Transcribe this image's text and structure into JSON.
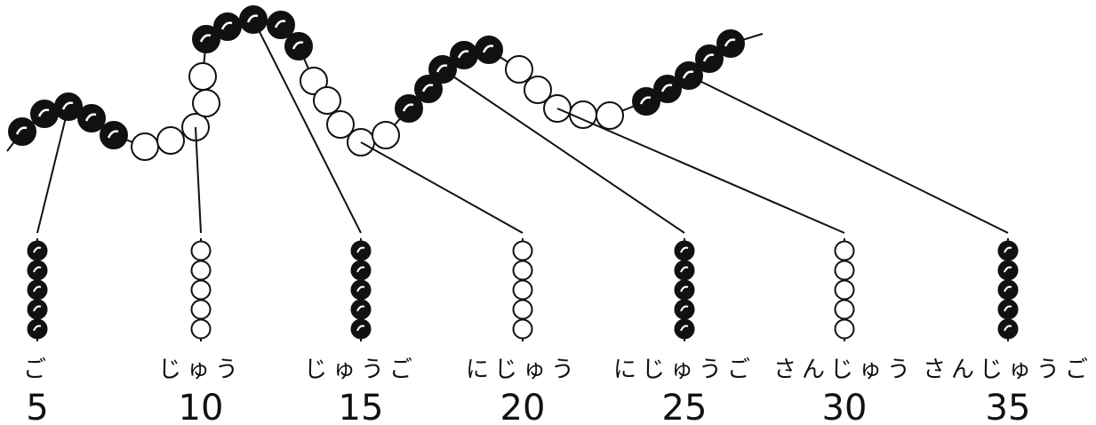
{
  "groups": [
    {
      "reading": "ご",
      "number": "5",
      "bead_color": "black"
    },
    {
      "reading": "じゅう",
      "number": "10",
      "bead_color": "white"
    },
    {
      "reading": "じゅうご",
      "number": "15",
      "bead_color": "black"
    },
    {
      "reading": "にじゅう",
      "number": "20",
      "bead_color": "white"
    },
    {
      "reading": "にじゅうご",
      "number": "25",
      "bead_color": "black"
    },
    {
      "reading": "さんじゅう",
      "number": "30",
      "bead_color": "white"
    },
    {
      "reading": "さんじゅうご",
      "number": "35",
      "bead_color": "black"
    }
  ],
  "beads_per_group": 5,
  "colors": {
    "black_bead": "#111111",
    "white_bead": "#ffffff",
    "line": "#111111"
  }
}
